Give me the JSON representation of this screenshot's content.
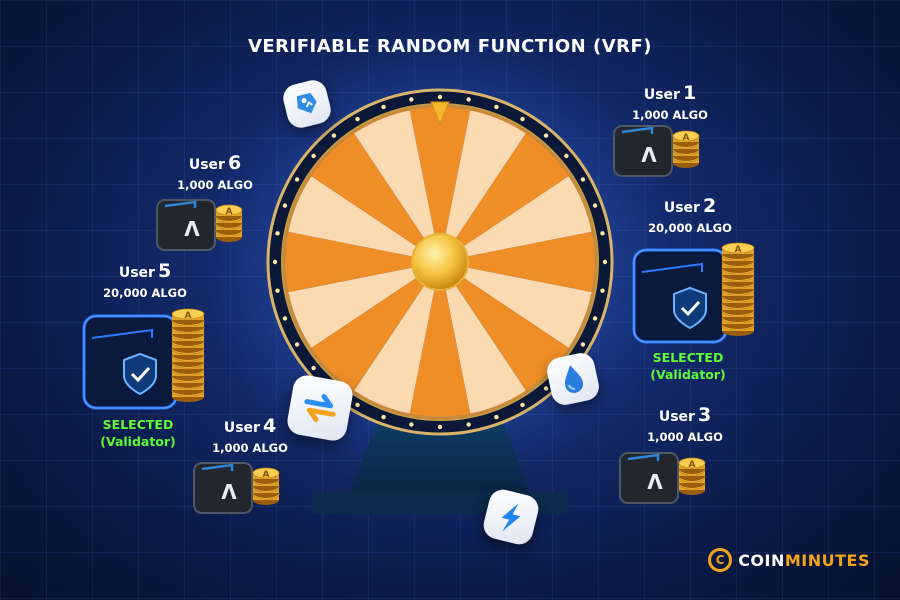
{
  "title": "VERIFIABLE RANDOM FUNCTION (VRF)",
  "users": [
    {
      "id": "user-1",
      "label": "User",
      "number": "1",
      "amount": "1,000 ALGO",
      "selected": false
    },
    {
      "id": "user-2",
      "label": "User",
      "number": "2",
      "amount": "20,000 ALGO",
      "selected": true
    },
    {
      "id": "user-3",
      "label": "User",
      "number": "3",
      "amount": "1,000 ALGO",
      "selected": false
    },
    {
      "id": "user-4",
      "label": "User",
      "number": "4",
      "amount": "1,000 ALGO",
      "selected": false
    },
    {
      "id": "user-5",
      "label": "User",
      "number": "5",
      "amount": "20,000 ALGO",
      "selected": true
    },
    {
      "id": "user-6",
      "label": "User",
      "number": "6",
      "amount": "1,000 ALGO",
      "selected": false
    }
  ],
  "selected_label": "SELECTED",
  "selected_role": "(Validator)",
  "brand": {
    "prefix": "COIN",
    "suffix": "MINUTES"
  },
  "colors": {
    "accent": "#f2a51a",
    "selected": "#5dfc37",
    "wheel_dark": "#ef8e27",
    "wheel_light": "#fbd9b1"
  },
  "icons": [
    "wallet-icon",
    "coin-stack-icon",
    "shield-check-icon",
    "algorand-logo-icon",
    "water-drop-icon",
    "lightning-icon",
    "swap-icon",
    "tag-icon"
  ]
}
